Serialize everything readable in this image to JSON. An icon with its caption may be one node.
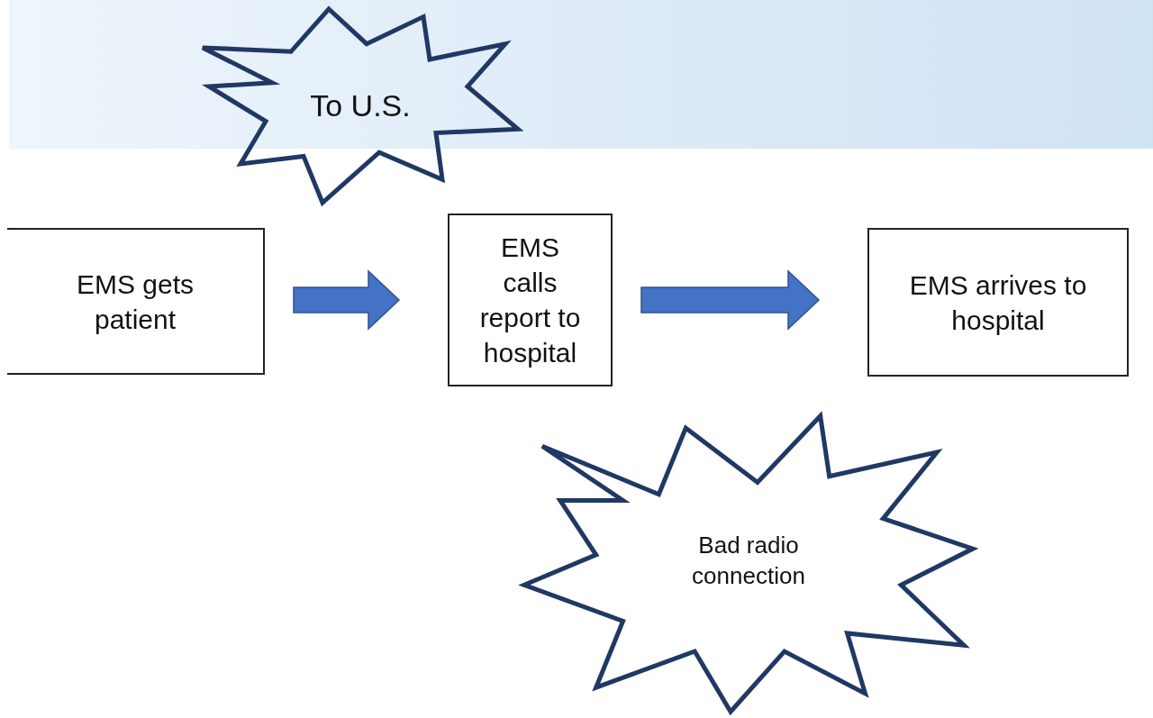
{
  "diagram": {
    "nodes": [
      {
        "text": [
          "To U.S."
        ]
      },
      {
        "text": [
          "EMS gets patient"
        ]
      },
      {
        "text": [
          "EMS calls report to hospital"
        ]
      },
      {
        "text": [
          "EMS arrives to hospital"
        ]
      },
      {
        "text": [
          "Bad radio connection"
        ]
      }
    ],
    "edges": [
      {
        "from": 1,
        "to": 2,
        "arrow": "to"
      },
      {
        "from": 2,
        "to": 3,
        "arrow": "to"
      }
    ]
  }
}
